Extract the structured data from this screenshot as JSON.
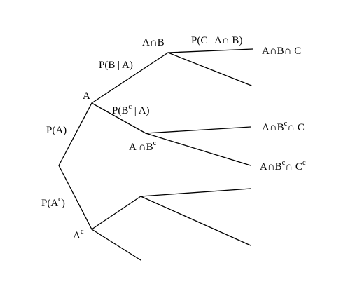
{
  "nodes": {
    "a": "A",
    "a_c": {
      "base": "A",
      "sup": "c"
    },
    "a_and_b": "A∩B",
    "a_and_bc": {
      "base": "A ∩B",
      "sup": "c"
    },
    "a_and_b_and_c": "A∩B∩ C",
    "a_and_bc_and_c": {
      "base": "A∩B",
      "sup": "c",
      "tail": "∩ C"
    },
    "a_and_bc_and_cc": {
      "base": "A∩B",
      "sup": "c",
      "mid": "∩ C",
      "sup2": "c"
    }
  },
  "edges": {
    "p_a": "P(A)",
    "p_ac": {
      "before": "P(A",
      "sup": "c",
      "after": ")"
    },
    "p_b_given_a": "P(B | A)",
    "p_bc_given_a": {
      "before": "P(B",
      "sup": "c",
      "after": " | A)"
    },
    "p_c_given_ab": "P(C | A∩ B)"
  }
}
